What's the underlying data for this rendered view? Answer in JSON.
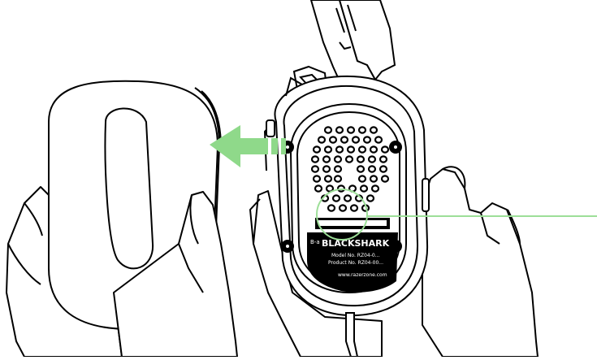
{
  "figure": {
    "label_lines": [
      "B-a",
      "BLACKSHARK",
      "Model No. RZ04-0...",
      "Product No. RZ04-00...",
      "www.razerzone.com"
    ],
    "colors": {
      "outline": "#000000",
      "accent": "#8fd98a",
      "callout": "#9ddf98",
      "fill": "#ffffff"
    }
  }
}
